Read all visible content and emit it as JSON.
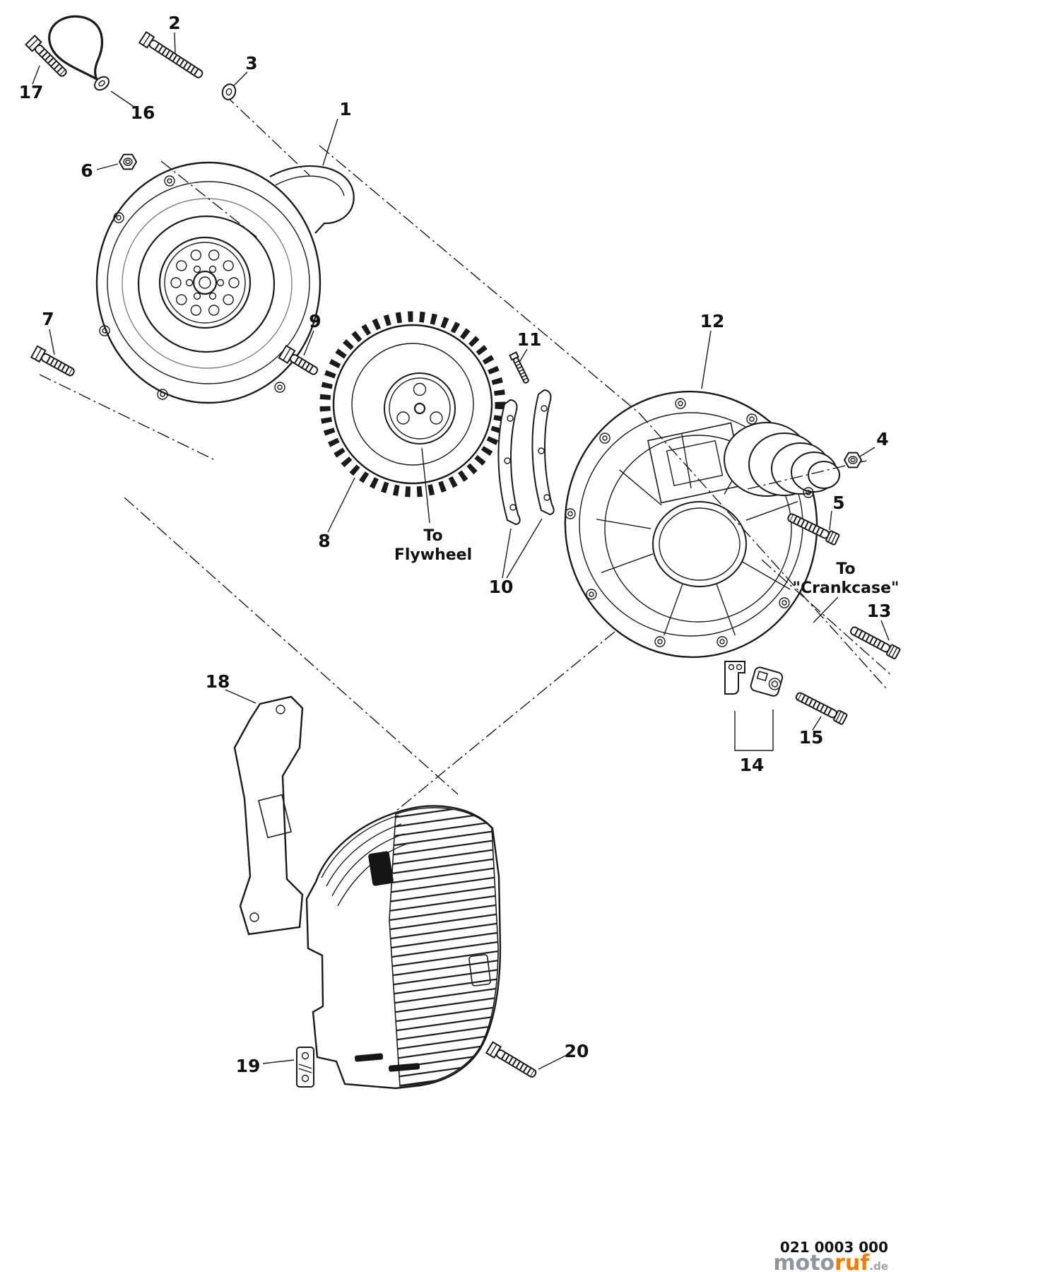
{
  "diagram": {
    "callouts": [
      "1",
      "2",
      "3",
      "4",
      "5",
      "6",
      "7",
      "8",
      "9",
      "10",
      "11",
      "12",
      "13",
      "14",
      "15",
      "16",
      "17",
      "18",
      "19",
      "20"
    ],
    "annotations": {
      "to_flywheel": {
        "line1": "To",
        "line2": "Flywheel"
      },
      "to_crankcase": {
        "line1": "To",
        "line2": "\"Crankcase\""
      }
    },
    "part_code": "021 0003 000",
    "watermark": {
      "gray": "moto",
      "orange": "ruf",
      "tld": ".de"
    },
    "colors": {
      "line": "#1a1a1a",
      "watermark_orange": "#f07c00",
      "watermark_gray": "#8f969d"
    }
  }
}
